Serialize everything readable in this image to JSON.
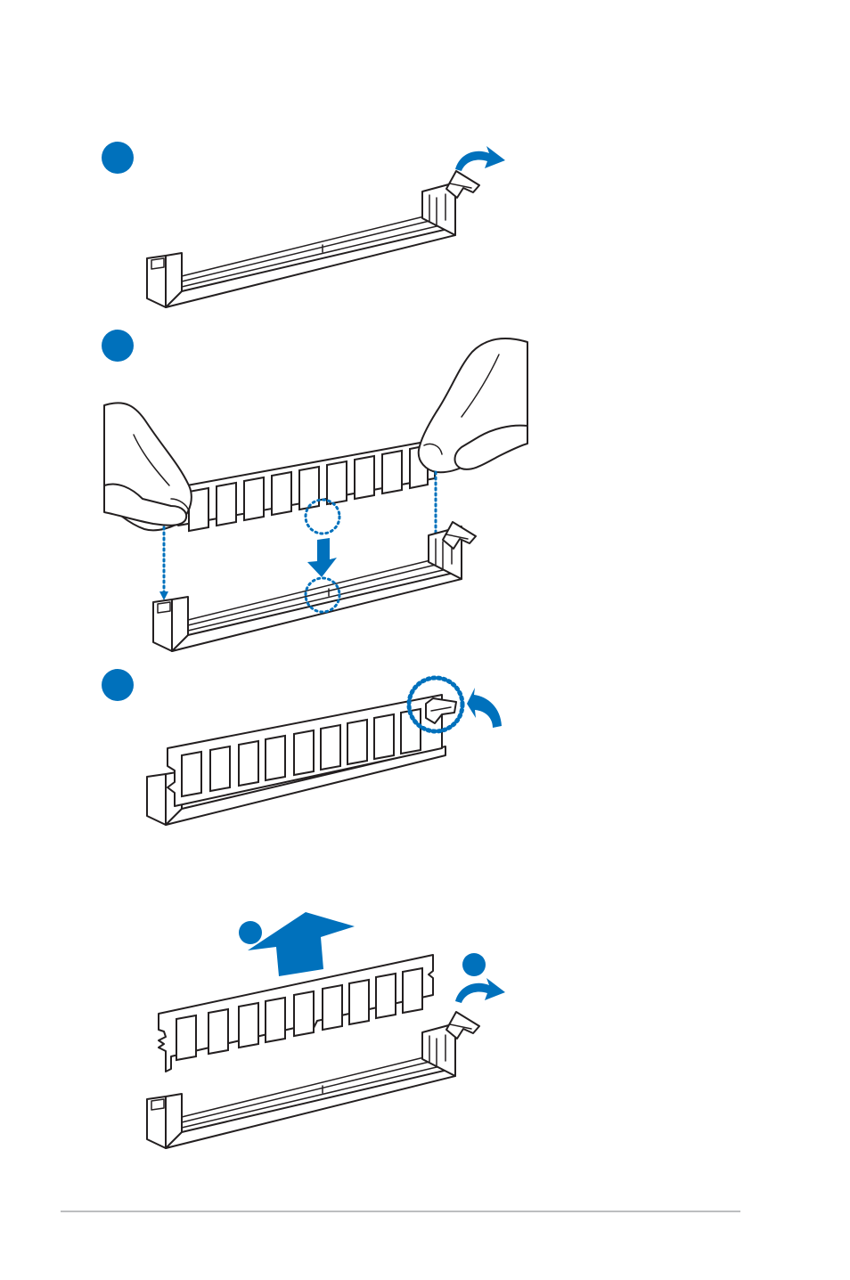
{
  "colors": {
    "accent": "#0071bc",
    "line": "#231f20",
    "footer_rule": "#bcbec0"
  },
  "figures": [
    {
      "name": "step-1-unlock-clip",
      "step_badge": true,
      "icons": [
        "dimm-slot-icon",
        "retaining-clip-icon",
        "curved-arrow-icon"
      ]
    },
    {
      "name": "step-2-insert-module",
      "step_badge": true,
      "icons": [
        "hands-icon",
        "memory-module-icon",
        "down-arrow-icon",
        "alignment-guide-icon",
        "notch-highlight-icon"
      ]
    },
    {
      "name": "step-3-lock-clip",
      "step_badge": true,
      "icons": [
        "memory-module-icon",
        "clip-highlight-icon",
        "curved-arrow-icon"
      ]
    },
    {
      "name": "remove-module",
      "step_badges": 2,
      "icons": [
        "up-arrow-icon",
        "memory-module-icon",
        "curved-arrow-icon",
        "dimm-slot-icon"
      ]
    }
  ]
}
